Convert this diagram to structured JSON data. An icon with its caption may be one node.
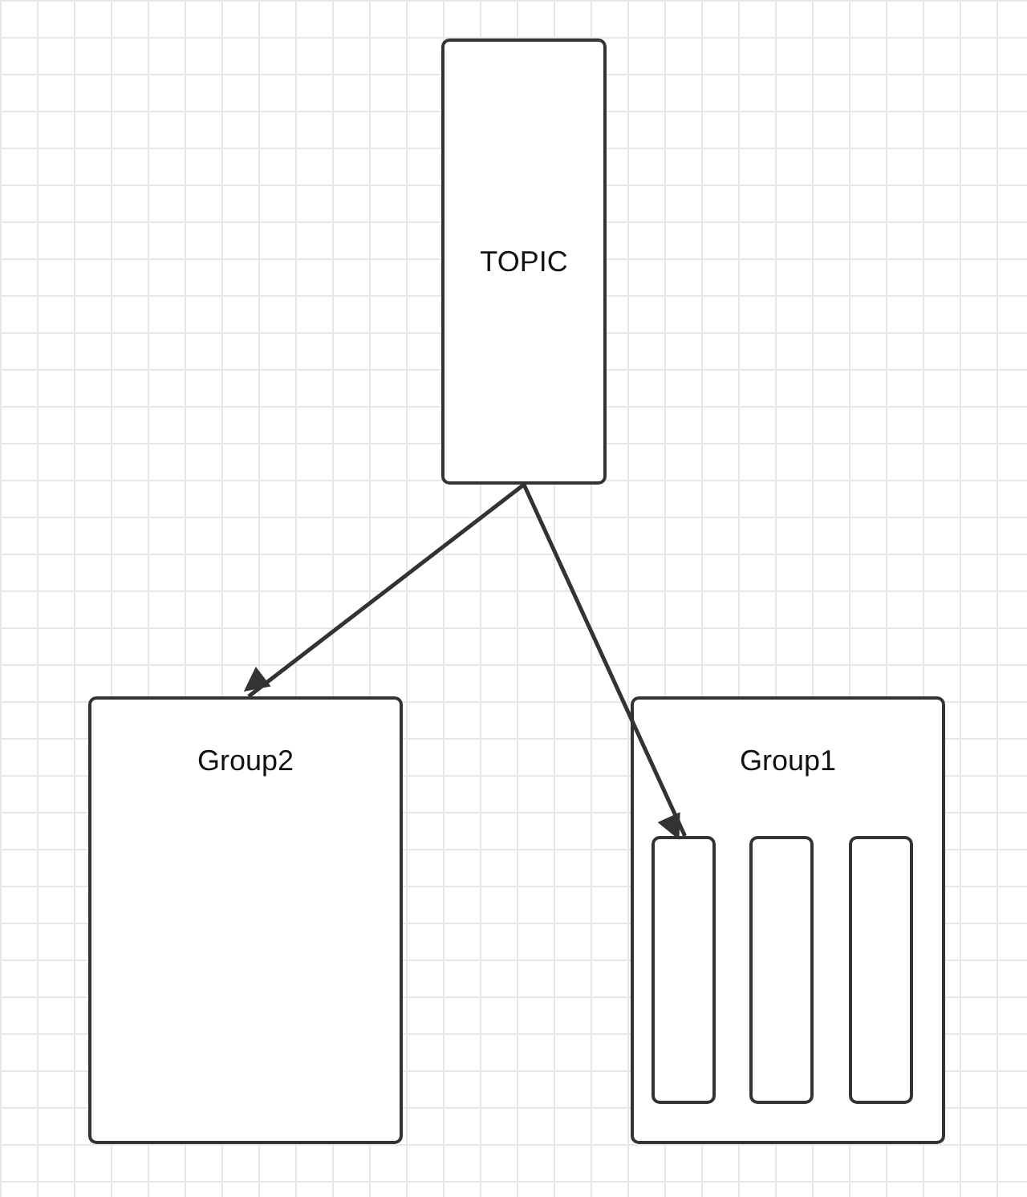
{
  "diagram": {
    "nodes": [
      {
        "text": [
          "TOPIC"
        ]
      },
      {
        "text": [
          "Group2"
        ]
      },
      {
        "text": [
          "Group1"
        ]
      },
      {
        "text": [],
        "shape": "box",
        "in": 2
      },
      {
        "text": [],
        "shape": "box",
        "in": 2
      },
      {
        "text": [],
        "shape": "box",
        "in": 2
      }
    ],
    "edges": [
      {
        "from": 0,
        "to": 1,
        "arrow": "to"
      },
      {
        "from": 0,
        "to": 3,
        "arrow": "to"
      }
    ]
  }
}
